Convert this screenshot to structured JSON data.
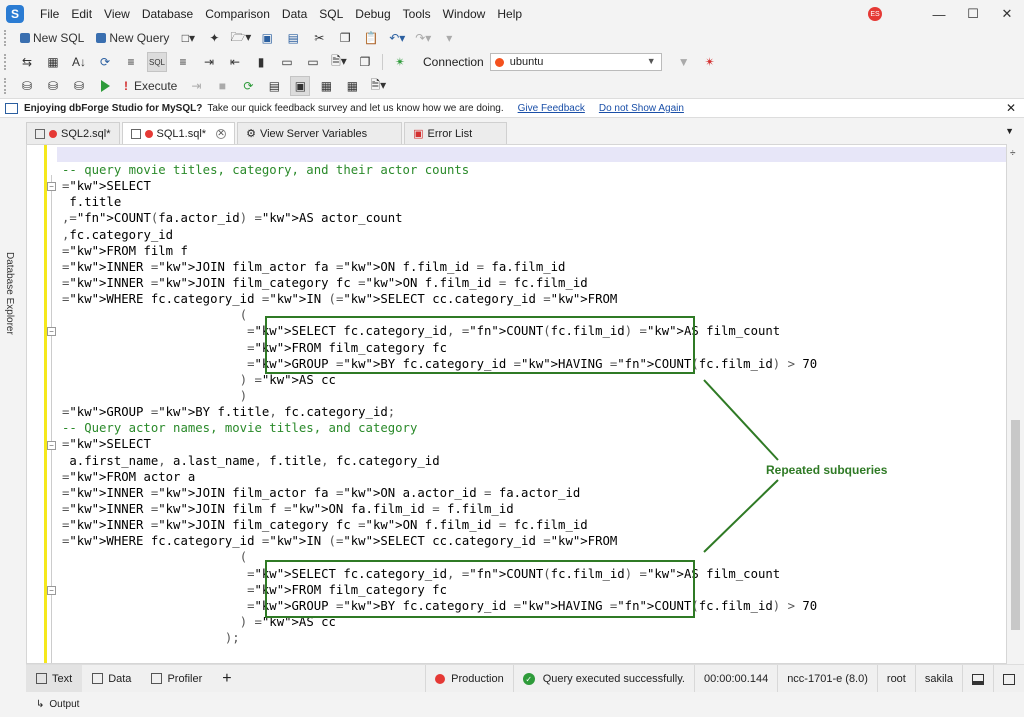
{
  "menubar": {
    "items": [
      "File",
      "Edit",
      "View",
      "Database",
      "Comparison",
      "Data",
      "SQL",
      "Debug",
      "Tools",
      "Window",
      "Help"
    ],
    "user_initials": "ES"
  },
  "toolbar1": {
    "new_sql": "New SQL",
    "new_query": "New Query"
  },
  "toolbar2": {
    "sql_btn": "SQL",
    "connection_label": "Connection",
    "connection_value": "ubuntu"
  },
  "toolbar3": {
    "execute": "Execute"
  },
  "infobar": {
    "title": "Enjoying dbForge Studio for MySQL?",
    "message": "Take our quick feedback survey and let us know how we are doing.",
    "give_feedback": "Give Feedback",
    "dont_show": "Do not Show Again"
  },
  "tabs": [
    "SQL2.sql*",
    "SQL1.sql*",
    "View Server Variables",
    "Error List"
  ],
  "side_label": "Database Explorer",
  "code_lines": [
    "-- query movie titles, category, and their actor counts",
    "SELECT",
    " f.title",
    ",COUNT(fa.actor_id) AS actor_count",
    ",fc.category_id",
    "FROM film f",
    "INNER JOIN film_actor fa ON f.film_id = fa.film_id",
    "INNER JOIN film_category fc ON f.film_id = fc.film_id",
    "WHERE fc.category_id IN (SELECT cc.category_id FROM",
    "                        (",
    "                         SELECT fc.category_id, COUNT(fc.film_id) AS film_count",
    "                         FROM film_category fc",
    "                         GROUP BY fc.category_id HAVING COUNT(fc.film_id) > 70",
    "                        ) AS cc",
    "                        )",
    "GROUP BY f.title, fc.category_id;",
    "-- Query actor names, movie titles, and category",
    "SELECT",
    " a.first_name, a.last_name, f.title, fc.category_id",
    "FROM actor a",
    "INNER JOIN film_actor fa ON a.actor_id = fa.actor_id",
    "INNER JOIN film f ON fa.film_id = f.film_id",
    "INNER JOIN film_category fc ON f.film_id = fc.film_id",
    "WHERE fc.category_id IN (SELECT cc.category_id FROM",
    "                        (",
    "                         SELECT fc.category_id, COUNT(fc.film_id) AS film_count",
    "                         FROM film_category fc",
    "                         GROUP BY fc.category_id HAVING COUNT(fc.film_id) > 70",
    "                        ) AS cc",
    "                      );"
  ],
  "annotation": "Repeated subqueries",
  "bottom_tabs": [
    "Text",
    "Data",
    "Profiler"
  ],
  "status": {
    "environment": "Production",
    "message": "Query executed successfully.",
    "elapsed": "00:00:00.144",
    "server": "ncc-1701-e (8.0)",
    "user": "root",
    "database": "sakila"
  },
  "output": "Output",
  "colors": {
    "annotation_green": "#2f7a25",
    "keyword_blue": "#1f1fd0",
    "function_magenta": "#e020c8",
    "comment_green": "#2a8a2a"
  }
}
